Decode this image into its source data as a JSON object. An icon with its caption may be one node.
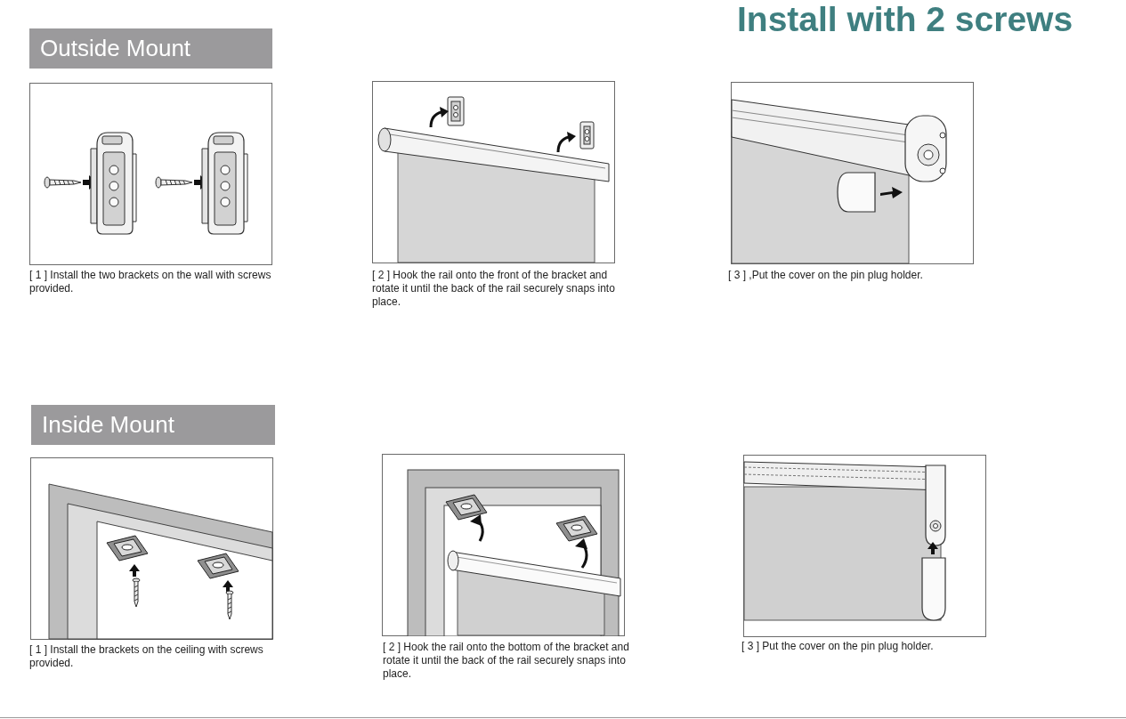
{
  "diagram": {
    "title": "Install with 2 screws",
    "nodes": [
      {
        "text": [
          "Outside Mount"
        ]
      },
      {
        "text": [
          "Inside Mount"
        ]
      }
    ],
    "labels": [
      "[ 1 ] Install the two brackets on the wall with screws provided.",
      "[ 2 ] Hook the rail onto the front of the bracket and rotate it until the back of the rail securely snaps into place.",
      "[ 3 ] ,Put the cover on the pin plug holder.",
      "[ 1 ] Install the brackets on the ceiling with screws provided.",
      "[ 2 ] Hook the rail onto the bottom of the bracket and rotate it until the back of the rail securely snaps into place.",
      "[ 3 ] Put the cover on the pin plug holder."
    ]
  }
}
